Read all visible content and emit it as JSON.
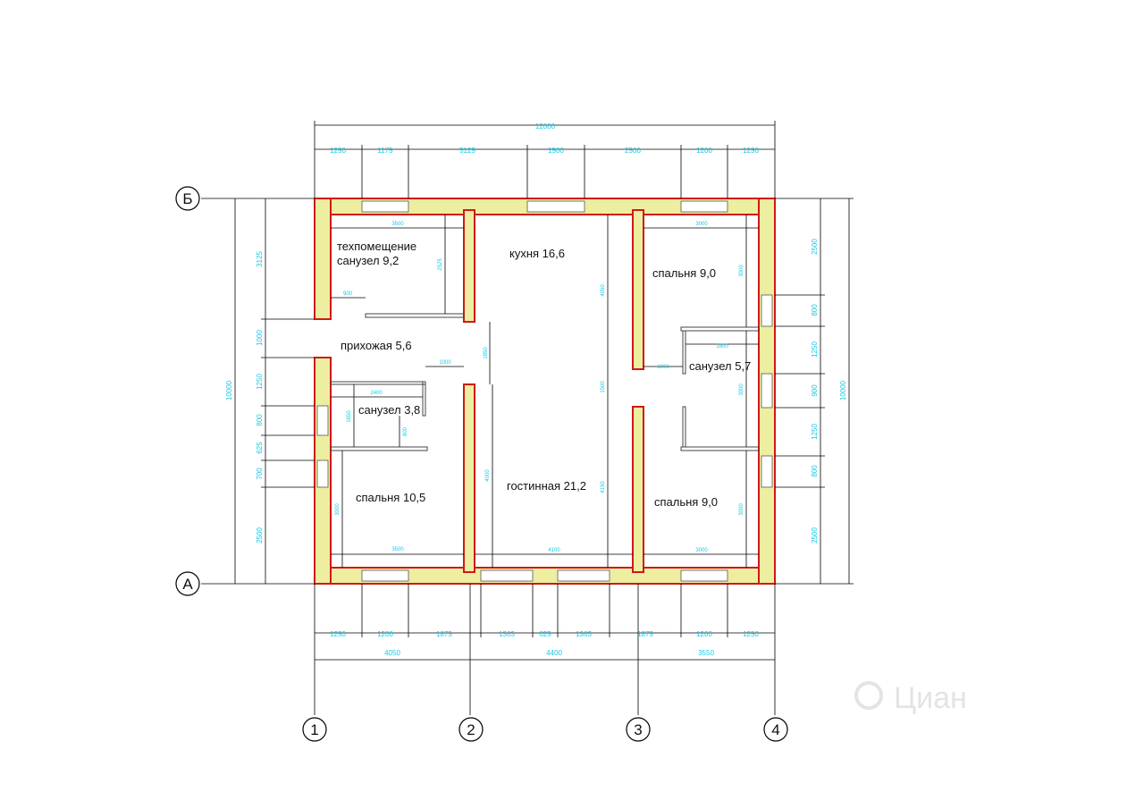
{
  "rooms": {
    "tech": "техпомещение",
    "wc1": "санузел 9,2",
    "kitchen": "кухня 16,6",
    "bed_tr": "спальня 9,0",
    "hall": "прихожая 5,6",
    "wc2": "санузел 5,7",
    "wc3": "санузел 3,8",
    "bed_l": "спальня 10,5",
    "living": "гостинная 21,2",
    "bed_br": "спальня 9,0"
  },
  "axes": {
    "a1": "1",
    "a2": "2",
    "a3": "3",
    "a4": "4",
    "aA": "А",
    "aB": "Б"
  },
  "dims": {
    "top_total": "12000",
    "top": [
      "1250",
      "1175",
      "3125",
      "1500",
      "2500",
      "1200",
      "1250"
    ],
    "bottom": [
      "1250",
      "1200",
      "1875",
      "1363",
      "625",
      "1363",
      "1875",
      "1200",
      "1250"
    ],
    "bottom2": [
      "4050",
      "4400",
      "3550"
    ],
    "left_total": "10000",
    "left": [
      "3125",
      "1000",
      "1250",
      "800",
      "625",
      "700",
      "2500"
    ],
    "right_total": "10000",
    "right": [
      "2500",
      "800",
      "1250",
      "900",
      "1250",
      "800",
      "2500"
    ],
    "inner": {
      "tech_w": "3500",
      "tech_h": "2525",
      "door900": "900",
      "hall_v": "1850",
      "door1000": "1000",
      "wc3_w": "2400",
      "wc3_h": "1650",
      "wc3_s": "800",
      "bedl_w": "3500",
      "bedl_h": "3000",
      "kit_h": "4050",
      "liv_h": "4000",
      "liv_w": "4100",
      "c_1500": "1500",
      "c_4150": "4150",
      "bedtr_w": "3000",
      "bedtr_h": "3000",
      "wc2_w": "1800",
      "wc2_d": "1000",
      "wc2_h": "3000",
      "bedbr_w": "3000",
      "bedbr_h": "3000"
    }
  },
  "watermark": "Циан"
}
